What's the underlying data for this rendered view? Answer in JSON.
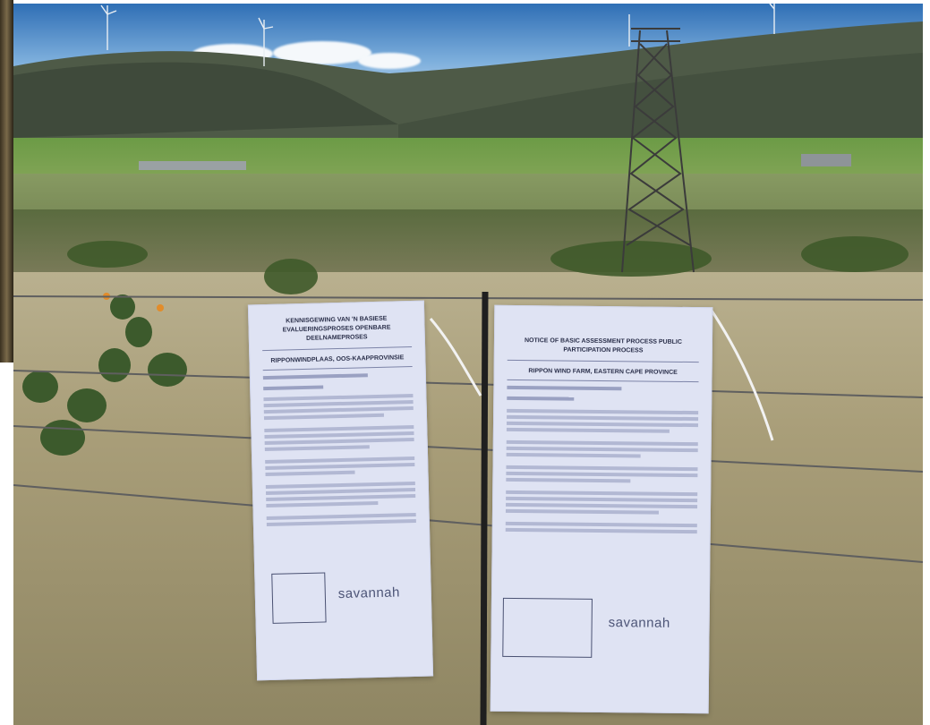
{
  "notice_left": {
    "title": "KENNISGEWING VAN 'N BASIESE EVALUERINGSPROSES OPENBARE DEELNAMEPROSES",
    "subtitle": "RIPPONWINDPLAAS, OOS-KAAPPROVINSIE",
    "logo": "savannah"
  },
  "notice_right": {
    "title": "NOTICE OF BASIC ASSESSMENT PROCESS PUBLIC PARTICIPATION PROCESS",
    "subtitle": "RIPPON WIND FARM, EASTERN CAPE PROVINCE",
    "logo": "savannah"
  },
  "colors": {
    "sky": "#6fa6d8",
    "hills": "#3f4a3b",
    "field_green": "#6aa14a",
    "dry_grass": "#a99e79",
    "notice_paper": "#dfe3f3"
  }
}
